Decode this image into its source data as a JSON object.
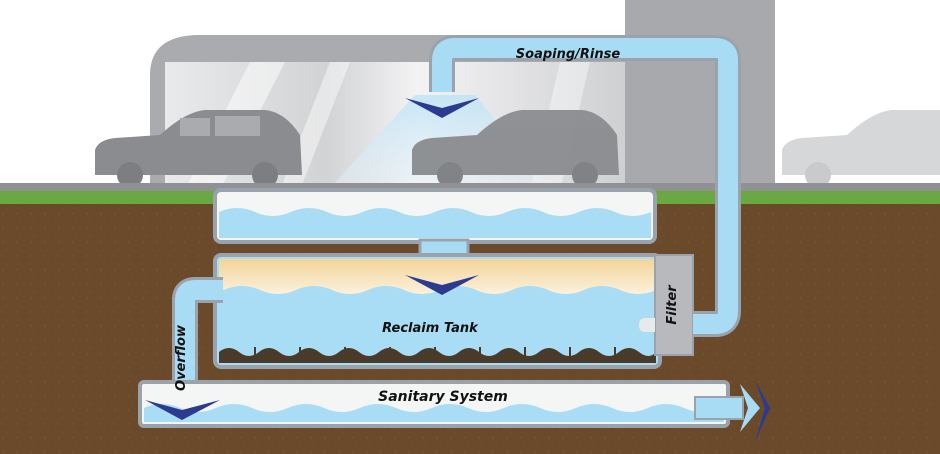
{
  "labels": {
    "soaping_rinse": "Soaping/Rinse",
    "filter": "Filter",
    "reclaim_tank": "Reclaim Tank",
    "overflow": "Overflow",
    "sanitary_system": "Sanitary System"
  },
  "colors": {
    "water": "#a9dcf5",
    "pipe_fill": "#a8dbf4",
    "pipe_outline": "#9aa3ab",
    "soil": "#6b4a2b",
    "grass": "#6aa842",
    "building": "#a7a9ac",
    "car": "#8a8c8f",
    "arrow": "#2b3b8f",
    "filter_box": "#b7b9bc",
    "sludge_top": "#f5dfb0"
  },
  "icons": {
    "spray": "spray-arrow-icon",
    "down_arrow": "chevron-down-icon",
    "right_arrow": "chevron-right-icon"
  }
}
